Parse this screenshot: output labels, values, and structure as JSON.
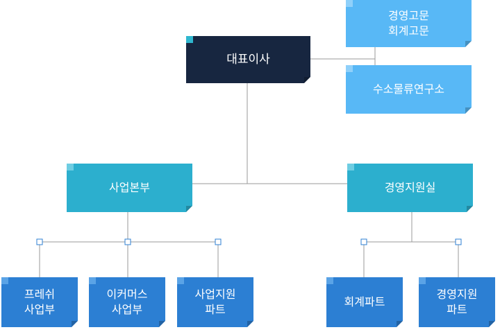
{
  "nodes": {
    "ceo": {
      "label": "대표이사"
    },
    "advisor": {
      "line1": "경영고문",
      "line2": "회계고문"
    },
    "institute": {
      "label": "수소물류연구소"
    },
    "business_division": {
      "label": "사업본부"
    },
    "management_office": {
      "label": "경영지원실"
    },
    "press_business": {
      "line1": "프레쉬",
      "line2": "사업부"
    },
    "ecommerce_business": {
      "line1": "이커머스",
      "line2": "사업부"
    },
    "business_support": {
      "line1": "사업지원",
      "line2": "파트"
    },
    "accounting_part": {
      "label": "회계파트"
    },
    "management_support": {
      "line1": "경영지원",
      "line2": "파트"
    }
  },
  "colors": {
    "ceo": "#172640",
    "advisory": "#58b8f6",
    "division": "#2cafce",
    "team": "#2c7fd3",
    "connector": "#9a9a9a",
    "marker_stroke": "#2c7fd3"
  }
}
